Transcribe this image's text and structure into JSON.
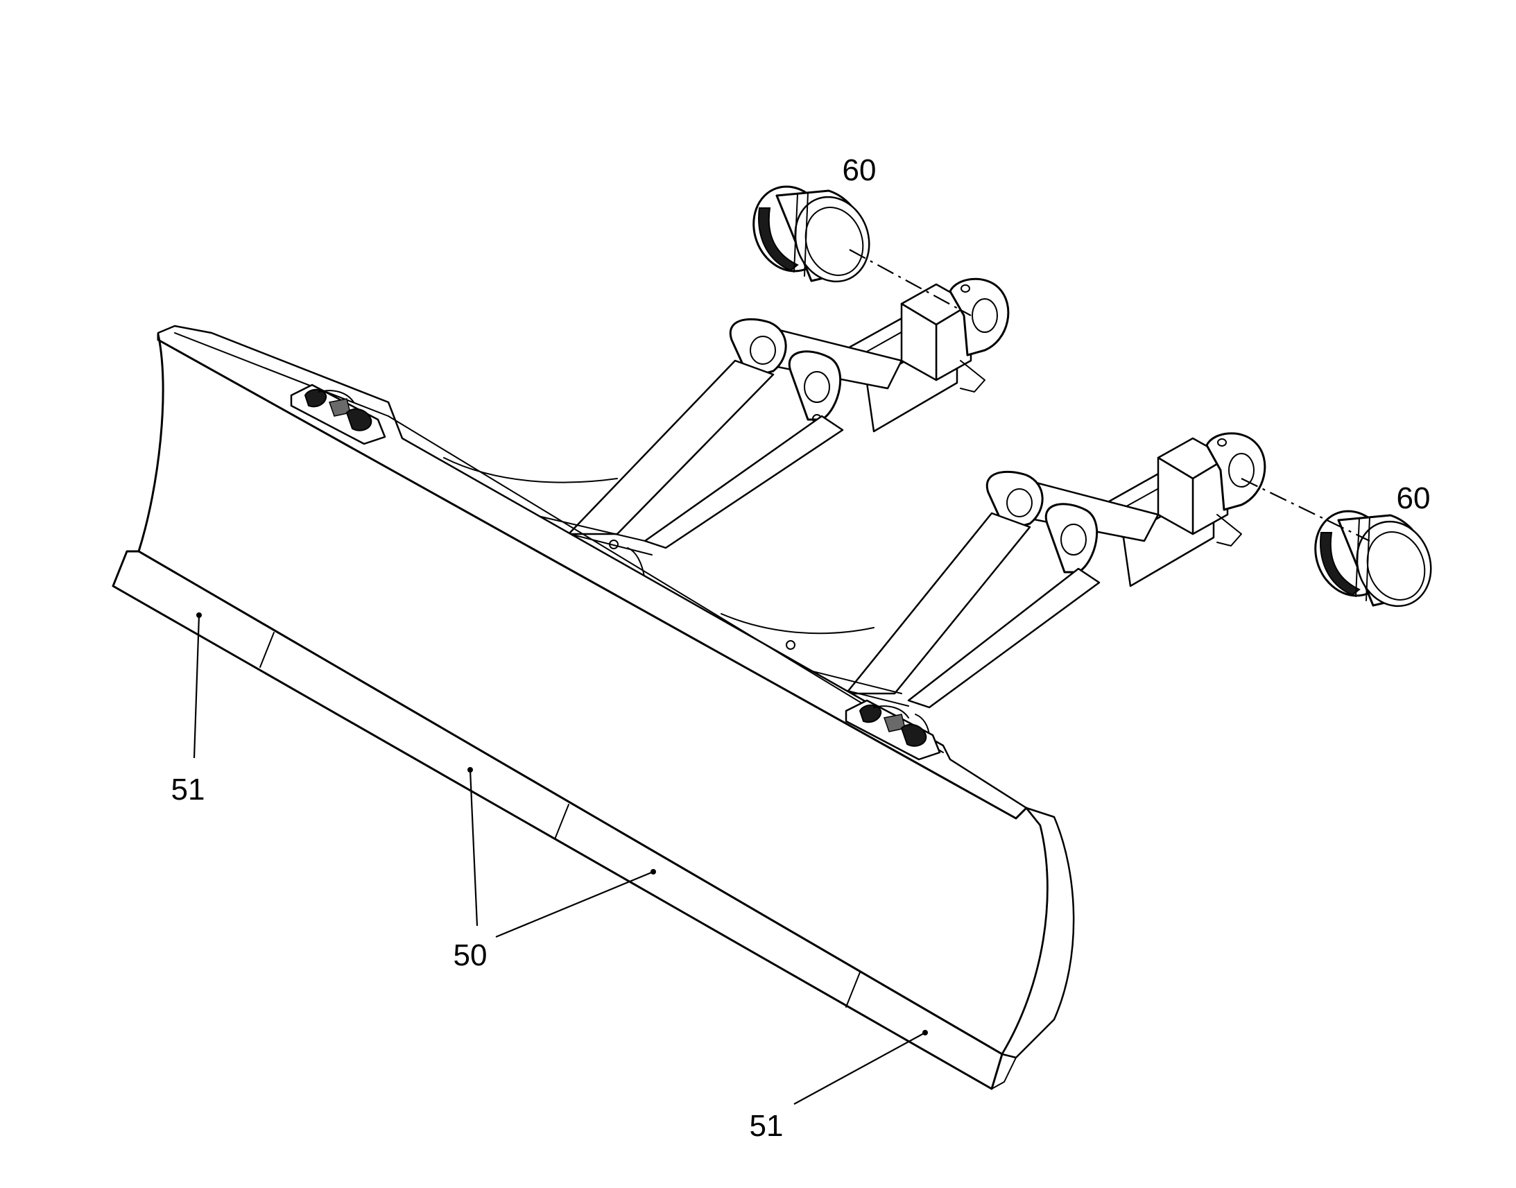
{
  "drawing": {
    "callouts": [
      {
        "id": "callout-60-top",
        "label": "60"
      },
      {
        "id": "callout-60-right",
        "label": "60"
      },
      {
        "id": "callout-51-left",
        "label": "51"
      },
      {
        "id": "callout-50",
        "label": "50"
      },
      {
        "id": "callout-51-bottom",
        "label": "51"
      }
    ]
  }
}
